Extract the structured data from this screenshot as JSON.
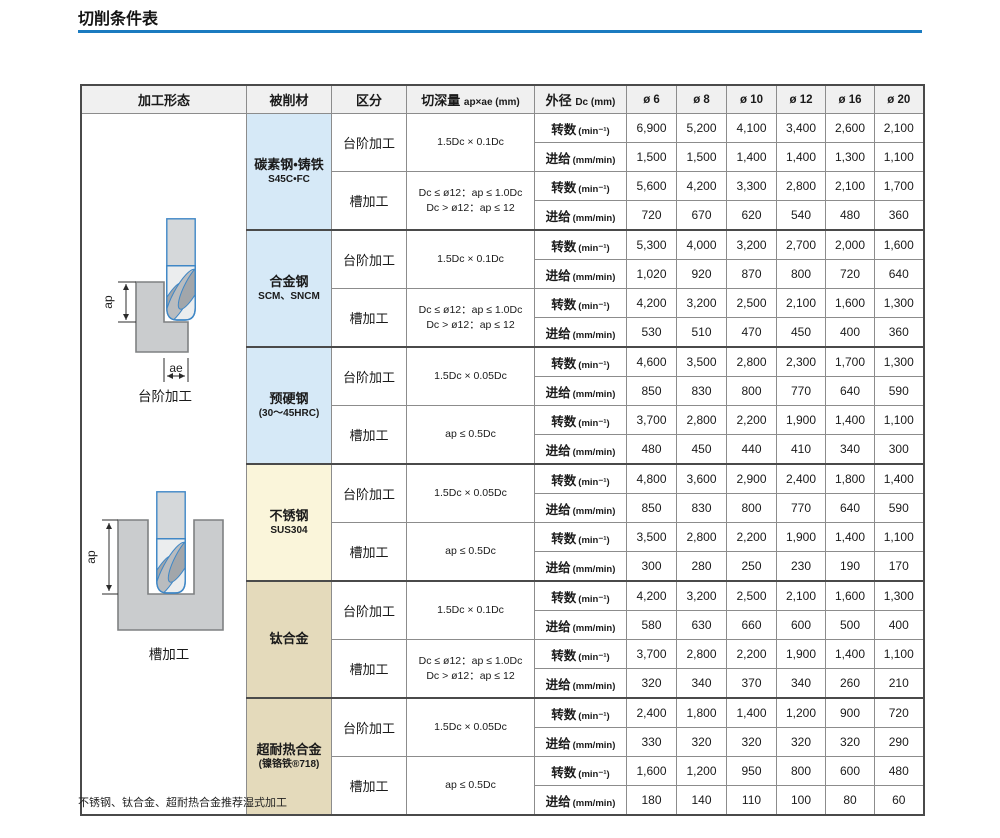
{
  "page": {
    "title": "切削条件表",
    "accent_color": "#1B7BC0",
    "footnote": "不锈钢、钛合金、超耐热合金推荐湿式加工"
  },
  "table": {
    "headers": {
      "processing_form": "加工形态",
      "work_material": "被削材",
      "category": "区分",
      "depth_label": "切深量",
      "depth_sub": "ap×ae (mm)",
      "diameter_label": "外径",
      "diameter_sub": "Dc (mm)",
      "diameters": [
        "ø 6",
        "ø 8",
        "ø 10",
        "ø 12",
        "ø 16",
        "ø 20"
      ]
    },
    "row_labels": {
      "speed": "转数",
      "speed_unit": "(min⁻¹)",
      "feed": "进给",
      "feed_unit": "(mm/min)"
    },
    "diagrams": [
      {
        "label": "台阶加工",
        "dims": [
          "ap",
          "ae"
        ]
      },
      {
        "label": "槽加工",
        "dims": [
          "ap"
        ]
      }
    ],
    "groups": [
      {
        "material": "碳素钢•铸铁",
        "material_sub": "S45C•FC",
        "color": "#D6E9F7",
        "ops": [
          {
            "category": "台阶加工",
            "depth_lines": [
              "1.5Dc × 0.1Dc"
            ],
            "speed": [
              "6,900",
              "5,200",
              "4,100",
              "3,400",
              "2,600",
              "2,100"
            ],
            "feed": [
              "1,500",
              "1,500",
              "1,400",
              "1,400",
              "1,300",
              "1,100"
            ]
          },
          {
            "category": "槽加工",
            "depth_lines": [
              "Dc ≤ ø12：ap ≤ 1.0Dc",
              "Dc > ø12：ap ≤ 12"
            ],
            "speed": [
              "5,600",
              "4,200",
              "3,300",
              "2,800",
              "2,100",
              "1,700"
            ],
            "feed": [
              "720",
              "670",
              "620",
              "540",
              "480",
              "360"
            ]
          }
        ]
      },
      {
        "material": "合金钢",
        "material_sub": "SCM、SNCM",
        "color": "#D6E9F7",
        "ops": [
          {
            "category": "台阶加工",
            "depth_lines": [
              "1.5Dc × 0.1Dc"
            ],
            "speed": [
              "5,300",
              "4,000",
              "3,200",
              "2,700",
              "2,000",
              "1,600"
            ],
            "feed": [
              "1,020",
              "920",
              "870",
              "800",
              "720",
              "640"
            ]
          },
          {
            "category": "槽加工",
            "depth_lines": [
              "Dc ≤ ø12：ap ≤ 1.0Dc",
              "Dc > ø12：ap ≤ 12"
            ],
            "speed": [
              "4,200",
              "3,200",
              "2,500",
              "2,100",
              "1,600",
              "1,300"
            ],
            "feed": [
              "530",
              "510",
              "470",
              "450",
              "400",
              "360"
            ]
          }
        ]
      },
      {
        "material": "预硬钢",
        "material_sub": "(30～45HRC)",
        "color": "#D6E9F7",
        "ops": [
          {
            "category": "台阶加工",
            "depth_lines": [
              "1.5Dc × 0.05Dc"
            ],
            "speed": [
              "4,600",
              "3,500",
              "2,800",
              "2,300",
              "1,700",
              "1,300"
            ],
            "feed": [
              "850",
              "830",
              "800",
              "770",
              "640",
              "590"
            ]
          },
          {
            "category": "槽加工",
            "depth_lines": [
              "ap ≤ 0.5Dc"
            ],
            "speed": [
              "3,700",
              "2,800",
              "2,200",
              "1,900",
              "1,400",
              "1,100"
            ],
            "feed": [
              "480",
              "450",
              "440",
              "410",
              "340",
              "300"
            ]
          }
        ]
      },
      {
        "material": "不锈钢",
        "material_sub": "SUS304",
        "color": "#FAF5DA",
        "ops": [
          {
            "category": "台阶加工",
            "depth_lines": [
              "1.5Dc × 0.05Dc"
            ],
            "speed": [
              "4,800",
              "3,600",
              "2,900",
              "2,400",
              "1,800",
              "1,400"
            ],
            "feed": [
              "850",
              "830",
              "800",
              "770",
              "640",
              "590"
            ]
          },
          {
            "category": "槽加工",
            "depth_lines": [
              "ap ≤ 0.5Dc"
            ],
            "speed": [
              "3,500",
              "2,800",
              "2,200",
              "1,900",
              "1,400",
              "1,100"
            ],
            "feed": [
              "300",
              "280",
              "250",
              "230",
              "190",
              "170"
            ]
          }
        ]
      },
      {
        "material": "钛合金",
        "material_sub": "",
        "color": "#E4DABB",
        "ops": [
          {
            "category": "台阶加工",
            "depth_lines": [
              "1.5Dc × 0.1Dc"
            ],
            "speed": [
              "4,200",
              "3,200",
              "2,500",
              "2,100",
              "1,600",
              "1,300"
            ],
            "feed": [
              "580",
              "630",
              "660",
              "600",
              "500",
              "400"
            ]
          },
          {
            "category": "槽加工",
            "depth_lines": [
              "Dc ≤ ø12：ap ≤ 1.0Dc",
              "Dc > ø12：ap ≤ 12"
            ],
            "speed": [
              "3,700",
              "2,800",
              "2,200",
              "1,900",
              "1,400",
              "1,100"
            ],
            "feed": [
              "320",
              "340",
              "370",
              "340",
              "260",
              "210"
            ]
          }
        ]
      },
      {
        "material": "超耐热合金",
        "material_sub": "(镍铬铁®718)",
        "color": "#E4DABB",
        "ops": [
          {
            "category": "台阶加工",
            "depth_lines": [
              "1.5Dc × 0.05Dc"
            ],
            "speed": [
              "2,400",
              "1,800",
              "1,400",
              "1,200",
              "900",
              "720"
            ],
            "feed": [
              "330",
              "320",
              "320",
              "320",
              "320",
              "290"
            ]
          },
          {
            "category": "槽加工",
            "depth_lines": [
              "ap ≤ 0.5Dc"
            ],
            "speed": [
              "1,600",
              "1,200",
              "950",
              "800",
              "600",
              "480"
            ],
            "feed": [
              "180",
              "140",
              "110",
              "100",
              "80",
              "60"
            ]
          }
        ]
      }
    ]
  }
}
